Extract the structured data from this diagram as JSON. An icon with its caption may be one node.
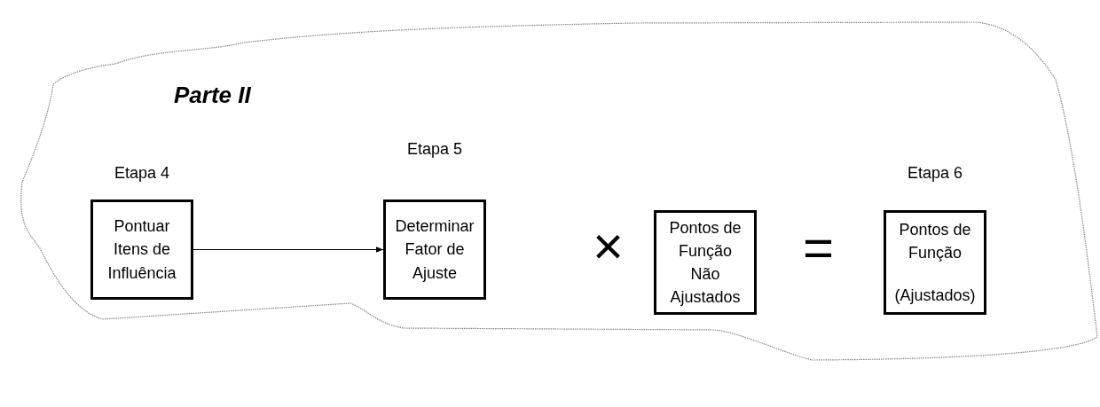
{
  "diagram": {
    "nodes": [
      {
        "text": [
          "Parte II"
        ]
      },
      {
        "text": [
          "Pontuar Itens de Influência"
        ],
        "beside": [
          "Etapa 4"
        ],
        "in": 0
      },
      {
        "text": [
          "Determinar Fator de Ajuste"
        ],
        "beside": [
          "Etapa 5"
        ],
        "in": 0
      },
      {
        "text": [
          "Pontos de Função Não Ajustados"
        ],
        "in": 0
      },
      {
        "text": [
          "Pontos de Função",
          "(Ajustados)"
        ],
        "beside": [
          "Etapa 6"
        ],
        "in": 0
      }
    ],
    "edges": [
      {
        "from": 1,
        "to": 2,
        "arrow": "to"
      }
    ],
    "labels": [
      "×",
      "="
    ]
  }
}
